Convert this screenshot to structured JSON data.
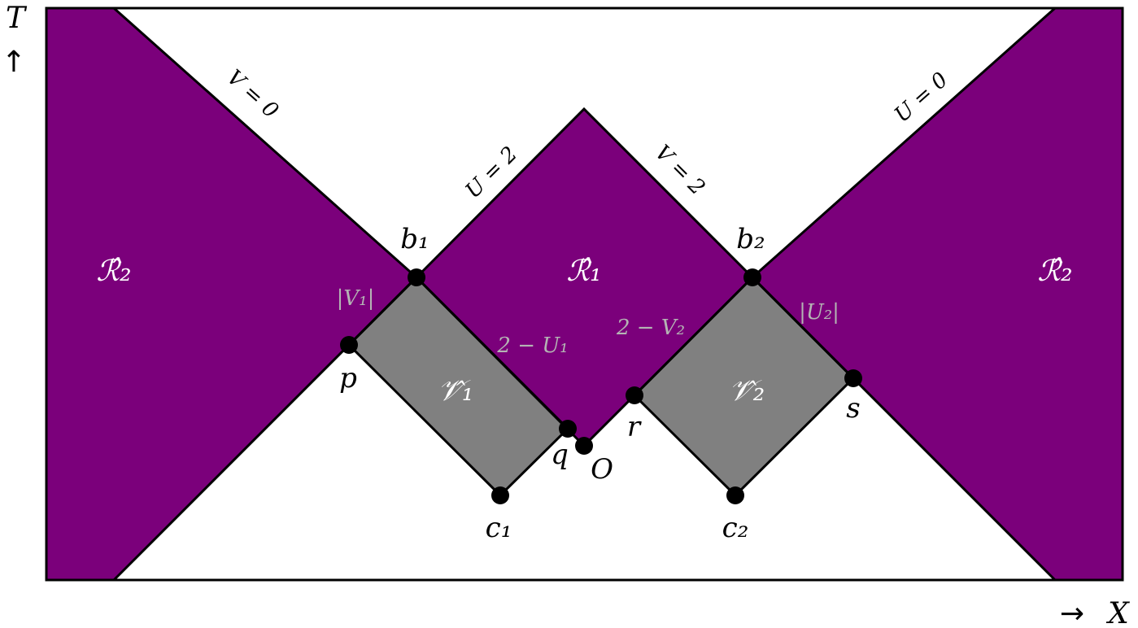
{
  "colors": {
    "region_r": "#7b007b",
    "region_v": "#808080",
    "line": "#000000",
    "gray_label": "#b4b4b4"
  },
  "axes": {
    "t_label": "T",
    "t_arrow": "↑",
    "x_arrow": "→",
    "x_label": "X"
  },
  "regions": {
    "r2_left": "ℛ̂₂",
    "r1": "ℛ̂₁",
    "r2_right": "ℛ̂₂",
    "v1": "𝒱̂₁",
    "v2": "𝒱̂₂"
  },
  "lines": {
    "v0": "V = 0",
    "u2": "U = 2",
    "v2": "V = 2",
    "u0": "U = 0"
  },
  "side_labels": {
    "abs_v1": "|V₁|",
    "two_minus_u1": "2 − U₁",
    "two_minus_v2": "2 − V₂",
    "abs_u2": "|U₂|"
  },
  "points": {
    "b1": "b₁",
    "b2": "b₂",
    "p": "p",
    "q": "q",
    "o": "O",
    "r": "r",
    "s": "s",
    "c1": "c₁",
    "c2": "c₂"
  }
}
